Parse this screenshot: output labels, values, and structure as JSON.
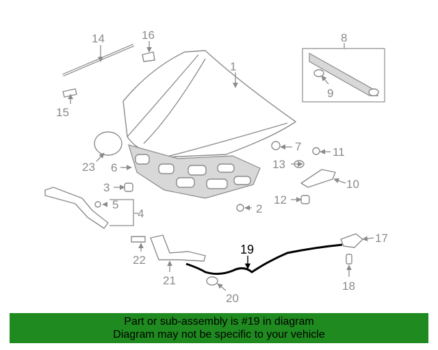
{
  "callouts": {
    "c1": "1",
    "c2": "2",
    "c3": "3",
    "c4": "4",
    "c5": "5",
    "c6": "6",
    "c7": "7",
    "c8": "8",
    "c9": "9",
    "c10": "10",
    "c11": "11",
    "c12": "12",
    "c13": "13",
    "c14": "14",
    "c15": "15",
    "c16": "16",
    "c17": "17",
    "c18": "18",
    "c19": "19",
    "c20": "20",
    "c21": "21",
    "c22": "22",
    "c23": "23"
  },
  "highlight_part": "19",
  "colors": {
    "banner_bg": "#1f8a1f",
    "part_line": "#8a8a8a",
    "highlight": "#000000"
  },
  "banner": {
    "line1": "Part or sub-assembly is #19 in diagram",
    "line2": "Diagram may not be specific to your vehicle"
  }
}
